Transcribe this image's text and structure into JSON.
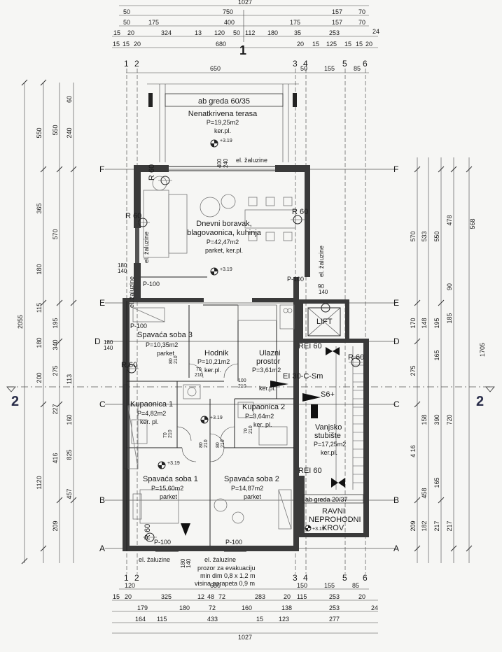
{
  "rooms": {
    "terrace": {
      "beam": "ab greda 60/35",
      "name": "Nenatkrivena terasa",
      "area": "P=19,25m2",
      "floor": "ker.pl.",
      "level": "+3.19"
    },
    "living": {
      "name1": "Dnevni boravak,",
      "name2": "blagovaonica, kuhinja",
      "area": "P=42,47m2",
      "floor": "parket, ker.pl.",
      "level": "+3.19"
    },
    "bedroom3": {
      "name": "Spavaća soba 3",
      "area": "P=10,35m2",
      "floor": "parket"
    },
    "hall": {
      "name": "Hodnik",
      "area": "P=10,21m2",
      "floor": "ker.pl."
    },
    "entry": {
      "name1": "Ulazni",
      "name2": "prostor",
      "area": "P=3,61m2",
      "floor": "ker.pl."
    },
    "bath1": {
      "name": "Kupaonica 1",
      "area": "P=4,82m2",
      "floor": "ker. pl."
    },
    "bath2": {
      "name": "Kupaonica 2",
      "area": "P=3,64m2",
      "floor": "ker. pl."
    },
    "bedroom1": {
      "name": "Spavaća soba 1",
      "area": "P=15,60m2",
      "floor": "parket",
      "level": "+3.19"
    },
    "bedroom2": {
      "name": "Spavaća soba 2",
      "area": "P=14,87m2",
      "floor": "parket"
    },
    "stairs": {
      "name1": "Vanjsko",
      "name2": "stubište",
      "area": "P=17,25m2",
      "floor": "ker.pl."
    },
    "roof": {
      "beam": "ab greda 20/37",
      "l1": "RAVNI",
      "l2": "NEPROHODNI",
      "l3": "KROV",
      "level": "+3.19"
    },
    "lift": {
      "name": "LIFT"
    }
  },
  "labels": {
    "zaluzine": "el. žaluzine",
    "r60": "R 60",
    "rei60": "REI 60",
    "p100": "P-100",
    "level": "+3.19",
    "ei30": "EI 30-C-Sm",
    "s6": "S6+",
    "win_180": "180",
    "win_140": "140",
    "door_70": "70",
    "door_80": "80",
    "door_100": "100",
    "door_210": "210",
    "door_90": "90",
    "note1": "prozor za evakuaciju",
    "note2": "min dim 0,8 x 1,2 m",
    "note3": "visina parapeta 0,9 m",
    "dim_400": "400",
    "dim_240": "240"
  },
  "axes": {
    "letters": [
      "F",
      "E",
      "D",
      "C",
      "B",
      "A"
    ],
    "numbers": [
      "1",
      "2",
      "3",
      "4",
      "5",
      "6"
    ],
    "section2": "2",
    "section1": "1"
  },
  "dims": {
    "top_total": "1027",
    "top_row1": [
      "50",
      "750",
      "157",
      "70"
    ],
    "top_row2": [
      "50",
      "175",
      "400",
      "175",
      "157",
      "70"
    ],
    "top_row3": [
      "15",
      "20",
      "324",
      "13",
      "120",
      "50",
      "112",
      "180",
      "35",
      "253",
      "24"
    ],
    "top_row4": [
      "15",
      "15",
      "20",
      "680",
      "20",
      "15",
      "125",
      "15",
      "15",
      "20"
    ],
    "top_row5": [
      "650",
      "50",
      "155",
      "85"
    ],
    "bottom_row1": [
      "120",
      "650",
      "150",
      "155",
      "85"
    ],
    "bottom_row2": [
      "15",
      "20",
      "325",
      "12",
      "48",
      "72",
      "283",
      "20",
      "115",
      "253",
      "20"
    ],
    "bottom_row3": [
      "179",
      "180",
      "72",
      "160",
      "138",
      "253",
      "24"
    ],
    "bottom_row4": [
      "164",
      "115",
      "433",
      "15",
      "123",
      "277"
    ],
    "bottom_total": "1027",
    "left_total": "2055",
    "left_col1": [
      "550",
      "365",
      "180",
      "115",
      "180",
      "200",
      "1120"
    ],
    "left_col2": [
      "550",
      "570",
      "195",
      "340",
      "275",
      "227",
      "416",
      "209"
    ],
    "left_col3": [
      "240",
      "60",
      "825",
      "457",
      "160",
      "113"
    ],
    "right_total": "1705",
    "right_col1": [
      "570",
      "170",
      "275",
      "4 16",
      "209"
    ],
    "right_col2": [
      "533",
      "148",
      "158",
      "458",
      "182"
    ],
    "right_col3": [
      "550",
      "195",
      "165",
      "390",
      "165",
      "217"
    ],
    "right_col4": [
      "478",
      "90",
      "185",
      "720",
      "217"
    ],
    "right_col5": [
      "568"
    ]
  }
}
